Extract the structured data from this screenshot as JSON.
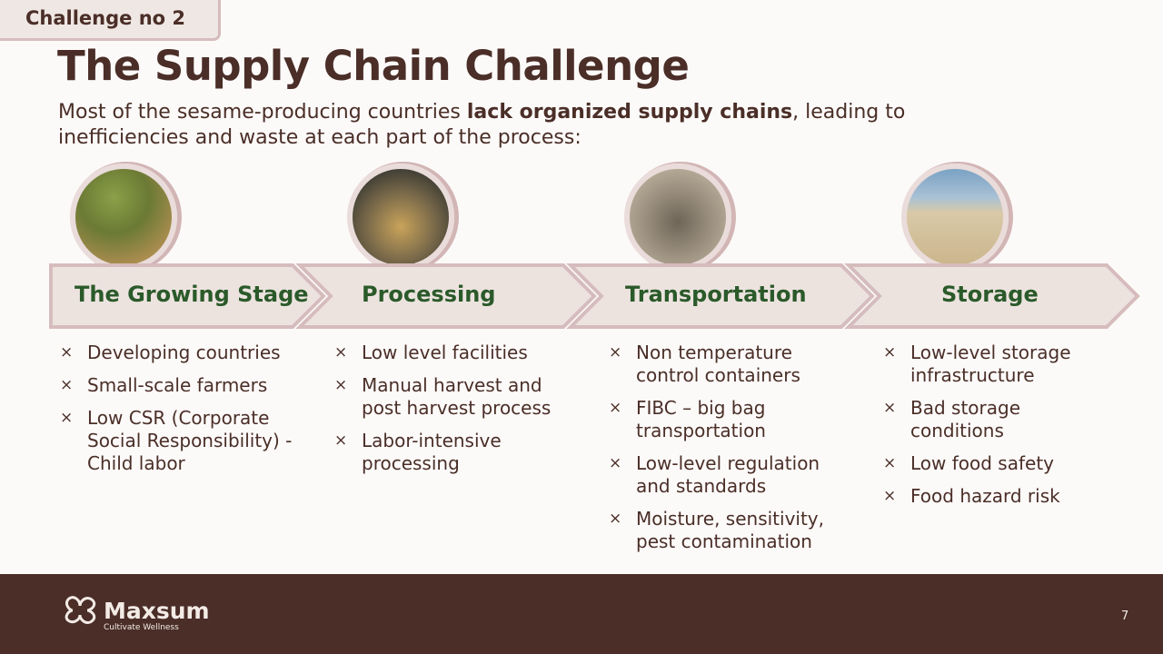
{
  "badge": "Challenge no 2",
  "title": "The Supply Chain Challenge",
  "subtitle": {
    "pre": "Most of the sesame-producing countries ",
    "bold": "lack organized supply chains",
    "post": ", leading to inefficiencies and waste at each part of the process:"
  },
  "stages": [
    {
      "label": "The Growing Stage",
      "items": [
        "Developing countries",
        "Small-scale farmers",
        "Low CSR (Corporate Social Responsibility) - Child labor"
      ]
    },
    {
      "label": "Processing",
      "items": [
        "Low level facilities",
        "Manual harvest and post harvest process",
        "Labor-intensive processing"
      ]
    },
    {
      "label": "Transportation",
      "items": [
        "Non temperature control containers",
        "FIBC – big bag transportation",
        "Low-level regulation and standards",
        "Moisture, sensitivity, pest contamination"
      ]
    },
    {
      "label": "Storage",
      "items": [
        "Low-level storage infrastructure",
        "Bad storage conditions",
        "Low food safety",
        "Food hazard risk"
      ]
    }
  ],
  "bullet_icon": "×",
  "footer": {
    "brand": "Maxsum",
    "tagline": "Cultivate Wellness",
    "page": "7"
  },
  "colors": {
    "brown": "#4a2e27",
    "green": "#2b5a2a",
    "chevron": "#ece3df"
  }
}
